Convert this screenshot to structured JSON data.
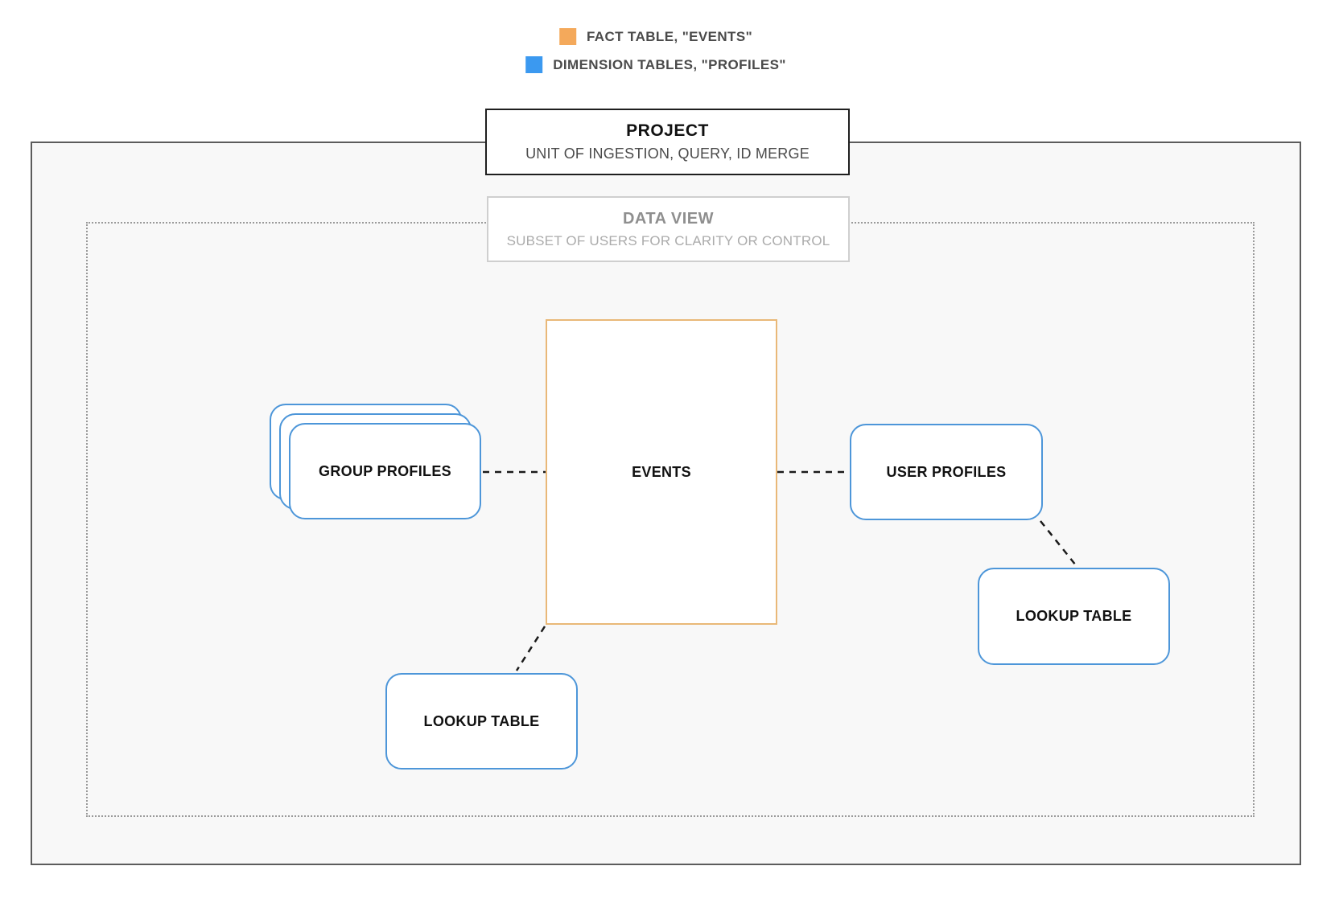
{
  "legend": {
    "items": [
      {
        "name": "fact-table",
        "label": "FACT TABLE, \"EVENTS\"",
        "color": "#F4A95B"
      },
      {
        "name": "dimension-tables",
        "label": "DIMENSION TABLES, \"PROFILES\"",
        "color": "#3B99F0"
      }
    ]
  },
  "project_box": {
    "title": "PROJECT",
    "subtitle": "UNIT OF INGESTION, QUERY, ID MERGE"
  },
  "data_view_box": {
    "title": "DATA VIEW",
    "subtitle": "SUBSET OF USERS FOR CLARITY OR CONTROL"
  },
  "nodes": {
    "events": {
      "label": "EVENTS",
      "type": "fact"
    },
    "group_profiles": {
      "label": "GROUP PROFILES",
      "type": "dimension",
      "stacked": true
    },
    "user_profiles": {
      "label": "USER PROFILES",
      "type": "dimension"
    },
    "lookup_table_left": {
      "label": "LOOKUP TABLE",
      "type": "dimension"
    },
    "lookup_table_right": {
      "label": "LOOKUP TABLE",
      "type": "dimension"
    }
  },
  "connections": [
    {
      "from": "group_profiles",
      "to": "events",
      "style": "dashed"
    },
    {
      "from": "events",
      "to": "user_profiles",
      "style": "dashed"
    },
    {
      "from": "user_profiles",
      "to": "lookup_table_right",
      "style": "dashed"
    },
    {
      "from": "events",
      "to": "lookup_table_left",
      "style": "dashed"
    }
  ],
  "colors": {
    "fact_orange": "#F4A95B",
    "dimension_blue": "#3B99F0",
    "node_border_blue": "#4D96D9",
    "events_border_orange": "#E9B878",
    "connector_black": "#1A1A1A"
  }
}
